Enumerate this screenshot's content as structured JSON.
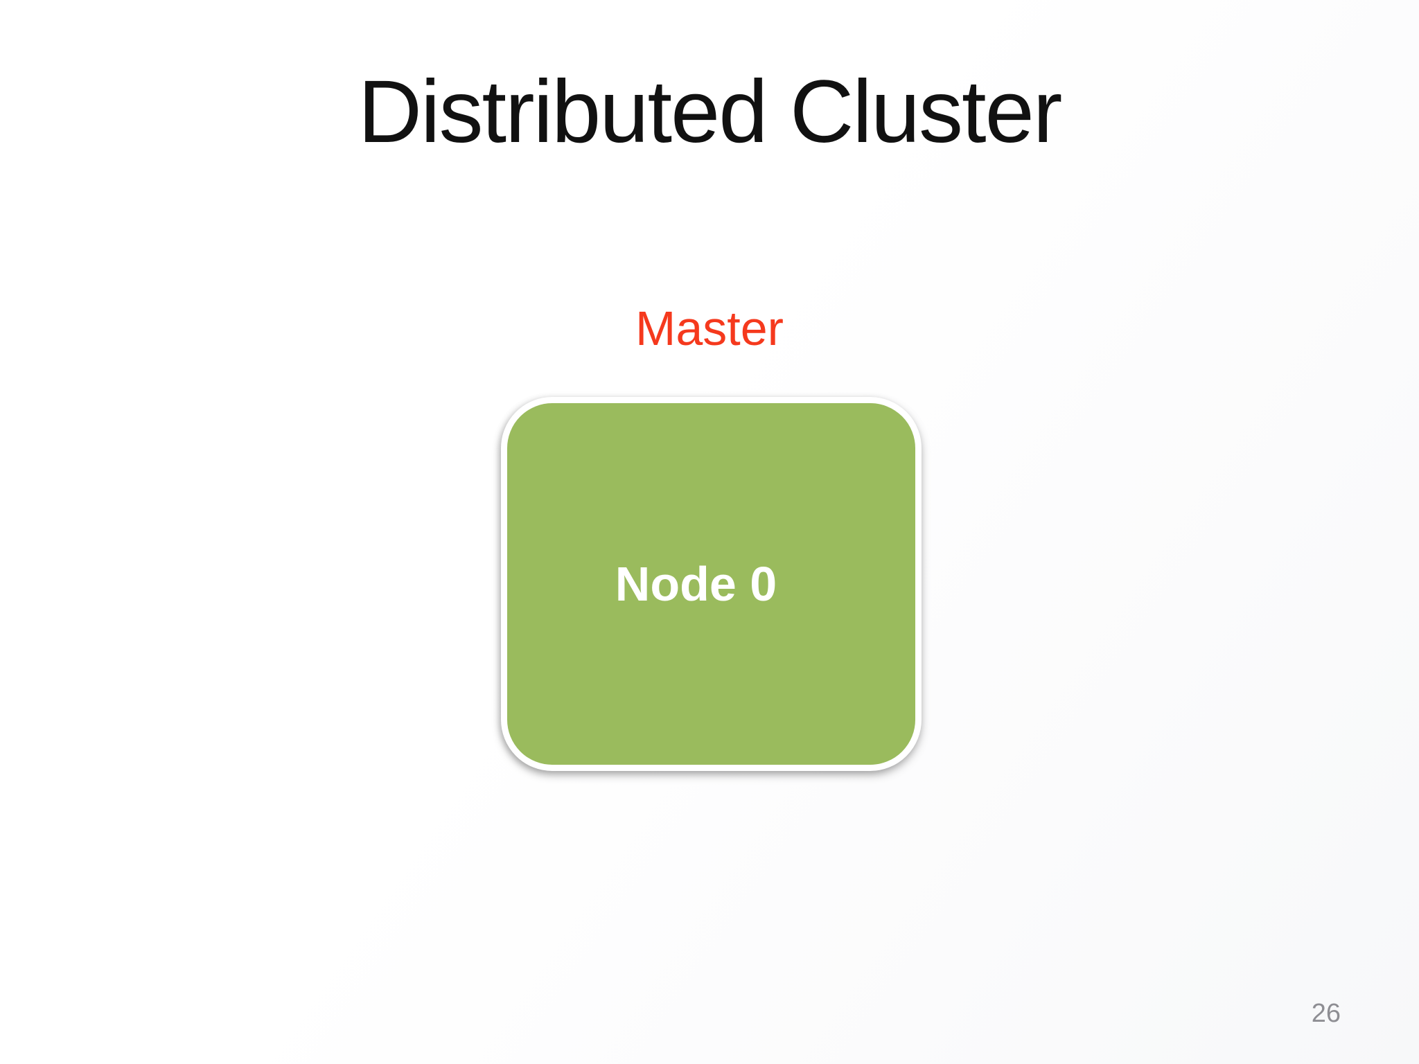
{
  "slide": {
    "title": "Distributed Cluster",
    "page_number": "26"
  },
  "diagram": {
    "master_label": "Master",
    "node": {
      "label": "Node 0"
    }
  },
  "colors": {
    "title_text": "#111111",
    "master_label": "#f5391d",
    "node_fill": "#9abb5d",
    "node_text": "#ffffff",
    "page_number": "#8e8e93"
  }
}
